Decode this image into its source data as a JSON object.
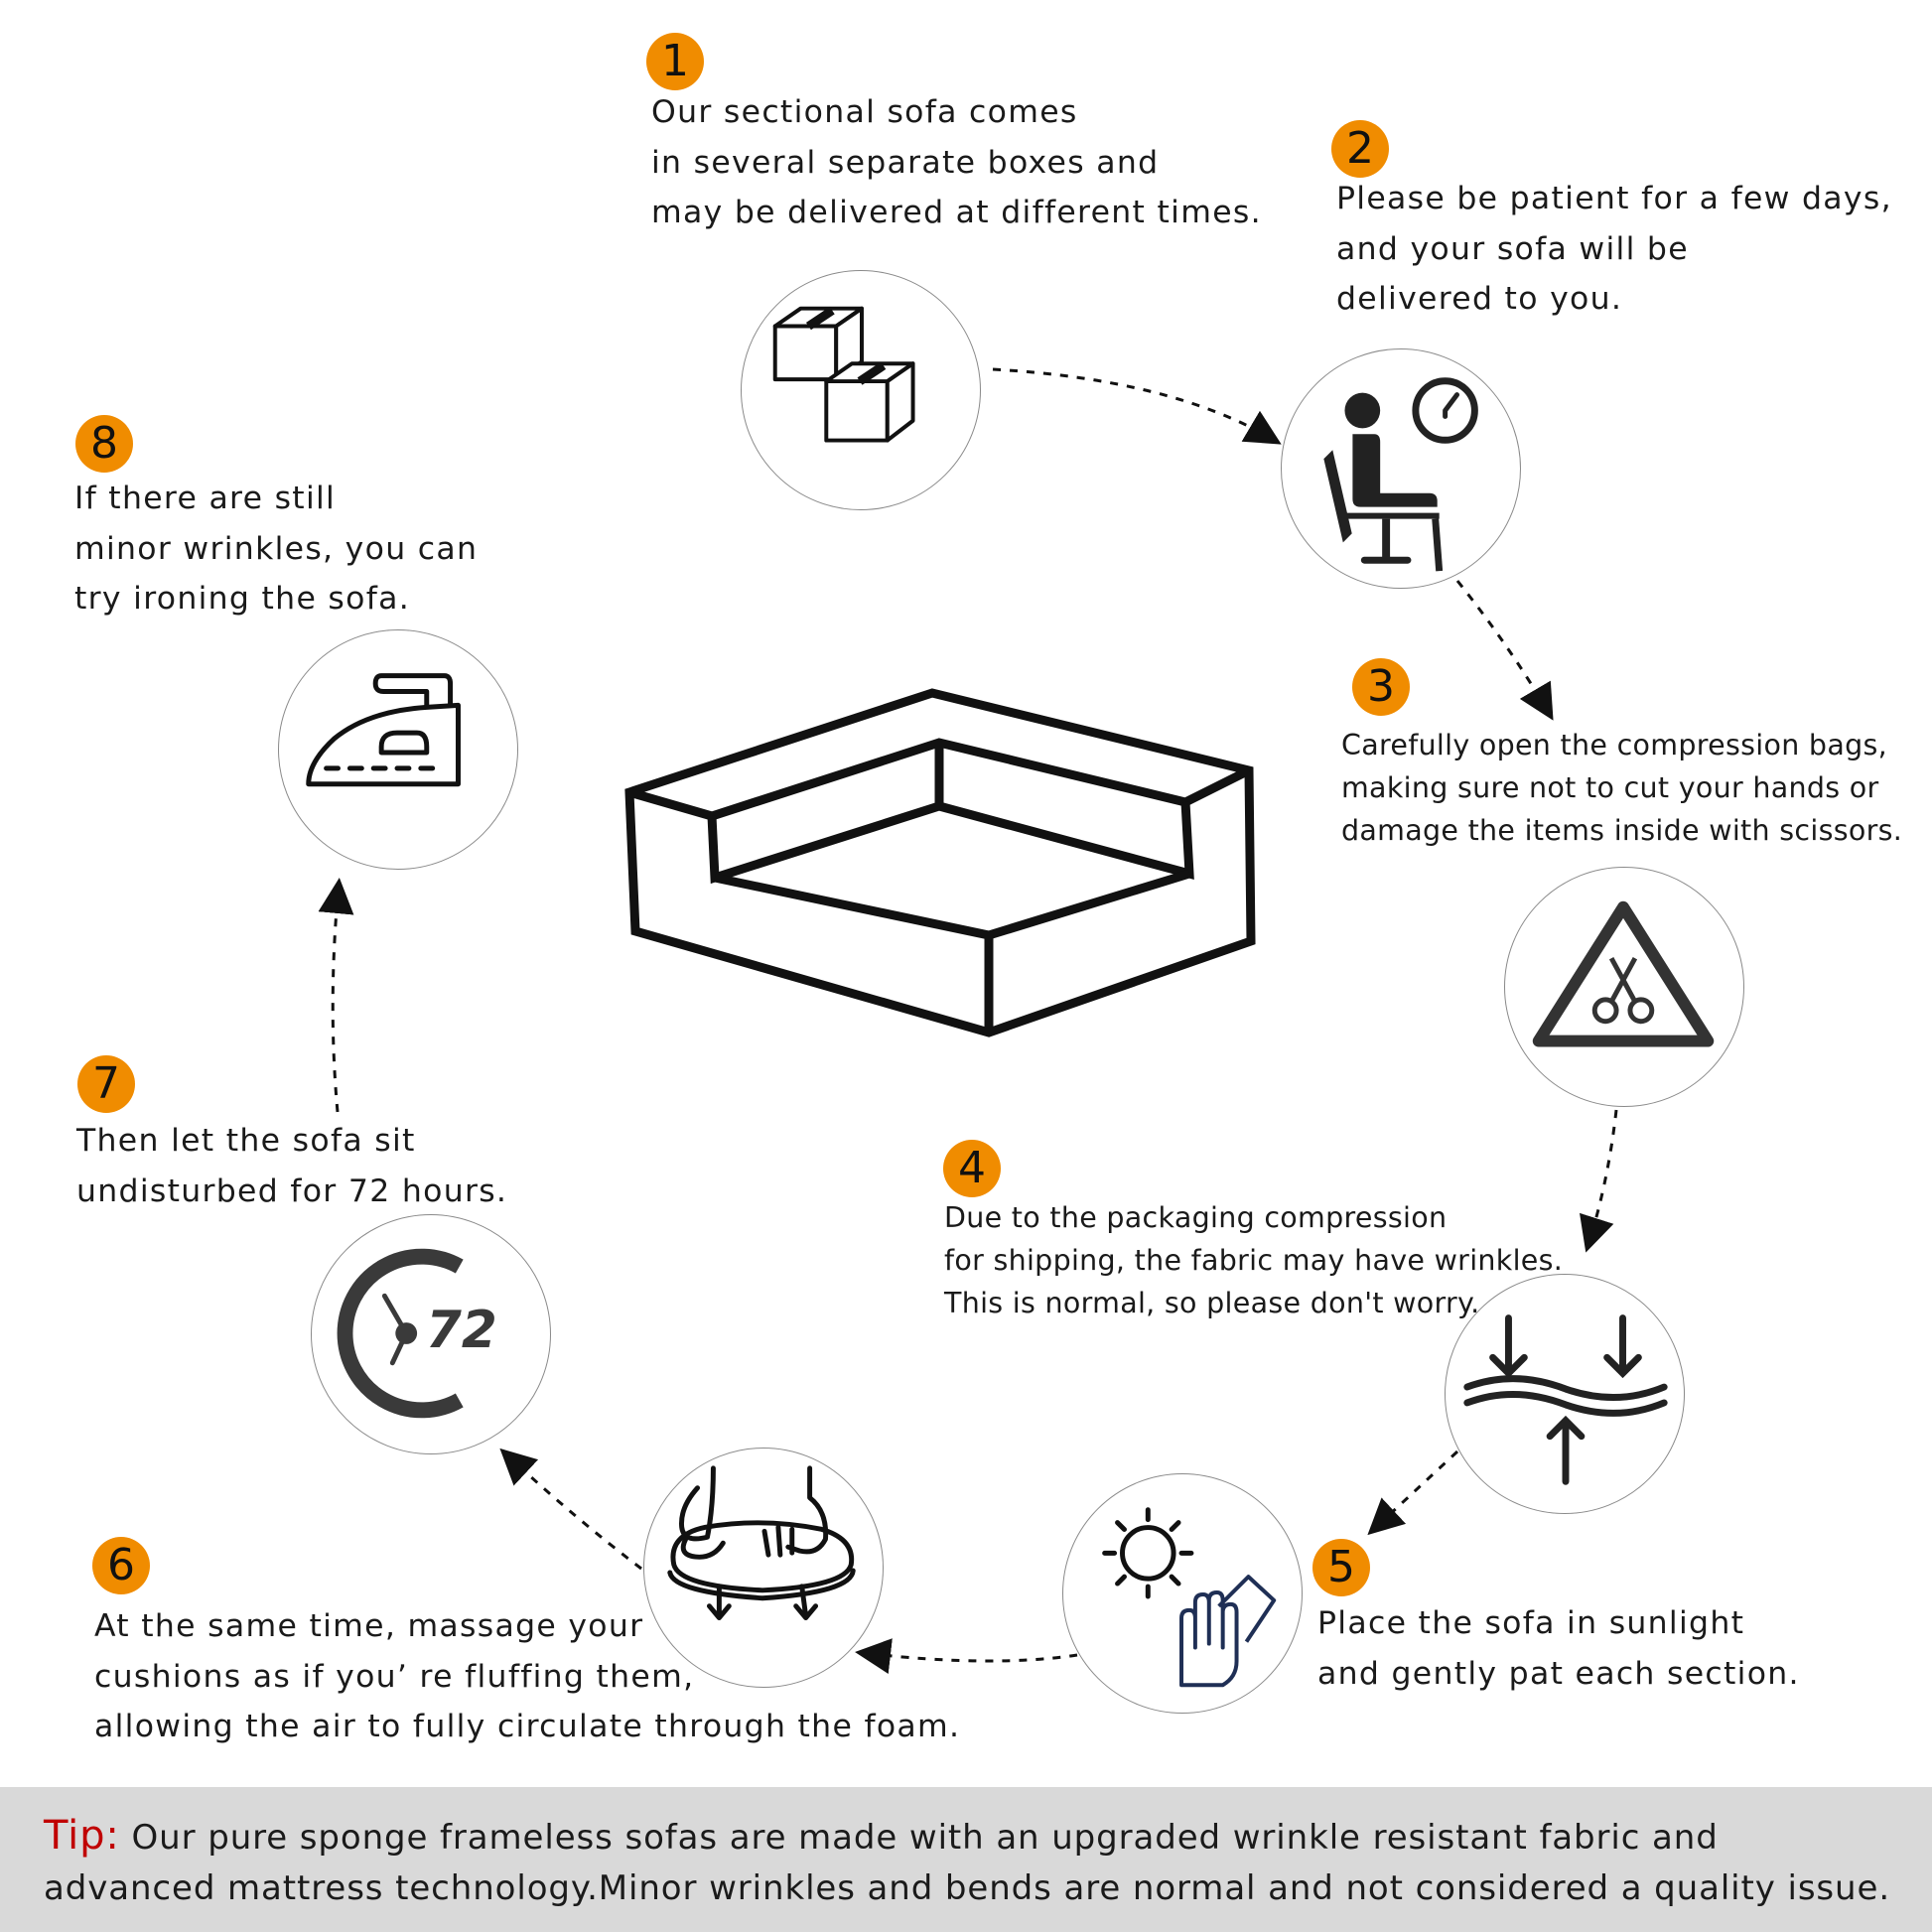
{
  "steps": [
    {
      "number": "1",
      "lines": [
        "Our sectional sofa comes",
        "in several separate boxes and",
        "may be delivered at different times."
      ],
      "icon": "boxes-icon"
    },
    {
      "number": "2",
      "lines": [
        "Please be patient for a few days,",
        "and your sofa will be",
        "delivered to you."
      ],
      "icon": "waiting-person-icon"
    },
    {
      "number": "3",
      "lines": [
        "Carefully open the compression bags,",
        "making sure not to cut your hands or",
        "damage the items inside with scissors."
      ],
      "icon": "scissors-warning-icon"
    },
    {
      "number": "4",
      "lines": [
        "Due to the packaging compression",
        "for shipping, the fabric may have wrinkles.",
        "This is normal, so please don't worry."
      ],
      "icon": "compression-icon"
    },
    {
      "number": "5",
      "lines": [
        "Place the sofa in sunlight",
        "and gently pat each section."
      ],
      "icon": "sun-and-hand-icon"
    },
    {
      "number": "6",
      "lines": [
        "At the same time, massage your",
        "cushions as if you’ re fluffing them,",
        "allowing the air to fully circulate through the foam."
      ],
      "icon": "massage-cushion-icon"
    },
    {
      "number": "7",
      "lines": [
        "Then let the sofa sit",
        "undisturbed for 72 hours."
      ],
      "icon": "72-hours-clock-icon",
      "icon_text": "72"
    },
    {
      "number": "8",
      "lines": [
        "If there are still",
        "minor wrinkles, you can",
        "try ironing the sofa."
      ],
      "icon": "iron-icon"
    }
  ],
  "center_icon": "sectional-sofa-icon",
  "tip": {
    "label": "Tip:",
    "line1": "Our pure sponge frameless sofas are made with an upgraded wrinkle resistant fabric and",
    "line2": "advanced mattress technology.Minor wrinkles and bends are normal and not considered a quality issue."
  },
  "colors": {
    "badge": "#f08c00",
    "tip_label": "#c00000",
    "tip_bar": "#d9d9d9",
    "icon_stroke": "#222222"
  }
}
